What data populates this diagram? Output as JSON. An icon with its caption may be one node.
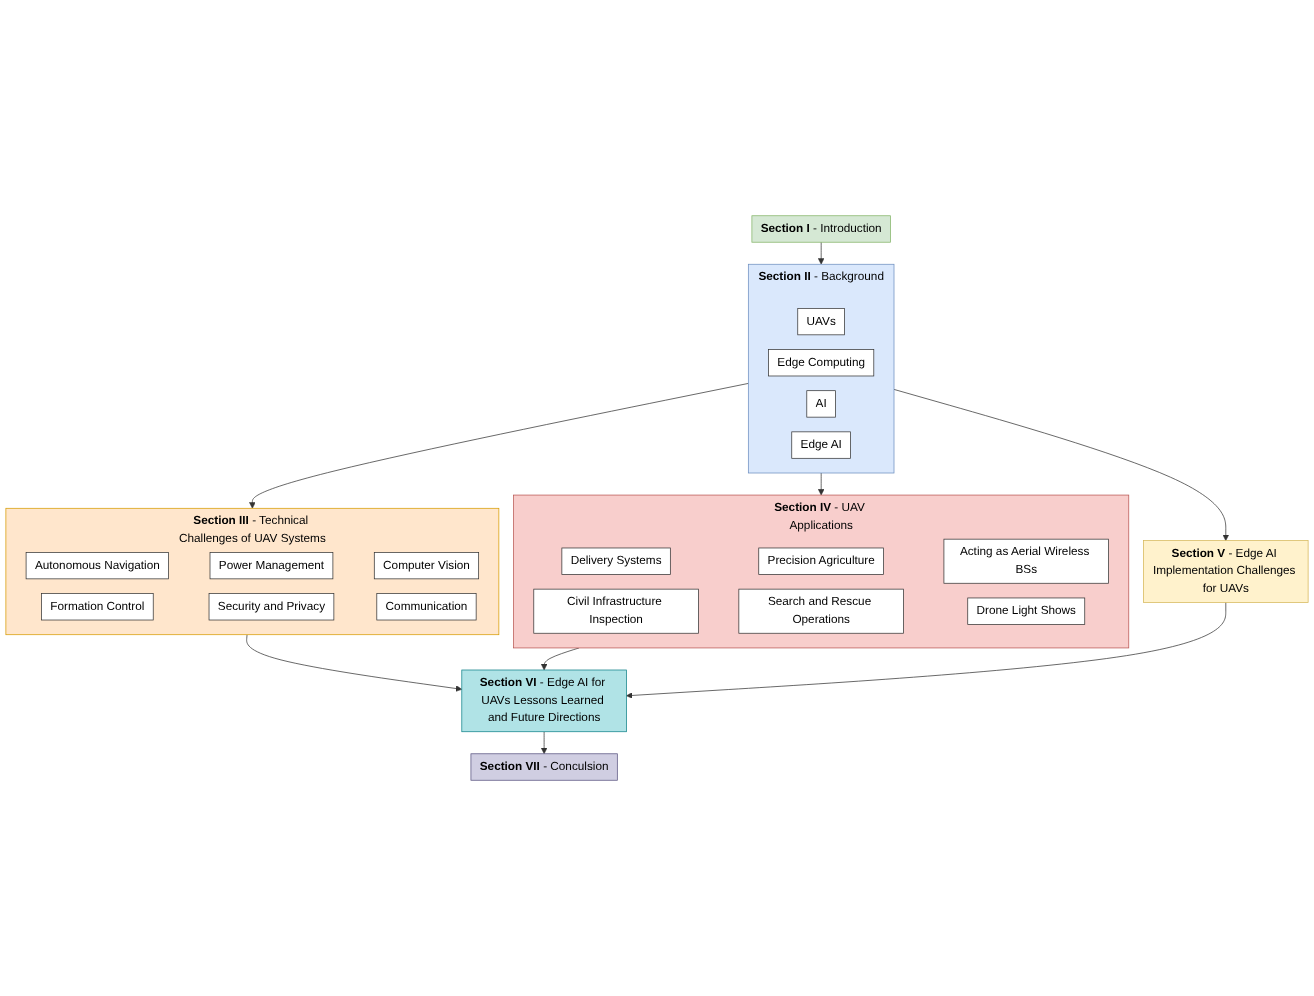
{
  "diagram": {
    "nodes": [
      {
        "text": [
          "**Section I** - Introduction"
        ]
      },
      {
        "text": [
          "**Section II** - Background"
        ]
      },
      {
        "text": [
          "UAVs"
        ],
        "in": 1
      },
      {
        "text": [
          "Edge Computing"
        ],
        "in": 1
      },
      {
        "text": [
          "AI"
        ],
        "in": 1
      },
      {
        "text": [
          "Edge AI"
        ],
        "in": 1
      },
      {
        "text": [
          "**Section III** - Technical Challenges of UAV Systems"
        ]
      },
      {
        "text": [
          "Autonomous Navigation"
        ],
        "in": 6
      },
      {
        "text": [
          "Formation Control"
        ],
        "in": 6
      },
      {
        "text": [
          "Power Management"
        ],
        "in": 6
      },
      {
        "text": [
          "Security and Privacy"
        ],
        "in": 6
      },
      {
        "text": [
          "Computer Vision"
        ],
        "in": 6
      },
      {
        "text": [
          "Communication"
        ],
        "in": 6
      },
      {
        "text": [
          "**Section IV** - UAV Applications"
        ]
      },
      {
        "text": [
          "Delivery Systems"
        ],
        "in": 13
      },
      {
        "text": [
          "Civil Infrastructure Inspection"
        ],
        "in": 13
      },
      {
        "text": [
          "Precision Agriculture"
        ],
        "in": 13
      },
      {
        "text": [
          "Search and Rescue Operations"
        ],
        "in": 13
      },
      {
        "text": [
          "Acting as Aerial Wireless BSs"
        ],
        "in": 13
      },
      {
        "text": [
          "Drone Light Shows"
        ],
        "in": 13
      },
      {
        "text": [
          "**Section V** - Edge AI Implementation Challenges for UAVs"
        ]
      },
      {
        "text": [
          "**Section VI** - Edge AI for UAVs Lessons Learned and Future Directions"
        ]
      },
      {
        "text": [
          "**Section VII** - Conculsion"
        ]
      }
    ],
    "edges": [
      {
        "from": 0,
        "to": 1,
        "arrow": "to"
      },
      {
        "from": 1,
        "to": 6,
        "arrow": "to"
      },
      {
        "from": 1,
        "to": 13,
        "arrow": "to"
      },
      {
        "from": 1,
        "to": 20,
        "arrow": "to"
      },
      {
        "from": 6,
        "to": 21,
        "arrow": "to"
      },
      {
        "from": 13,
        "to": 21,
        "arrow": "to"
      },
      {
        "from": 20,
        "to": 21,
        "arrow": "to"
      },
      {
        "from": 21,
        "to": 22,
        "arrow": "to"
      }
    ]
  }
}
